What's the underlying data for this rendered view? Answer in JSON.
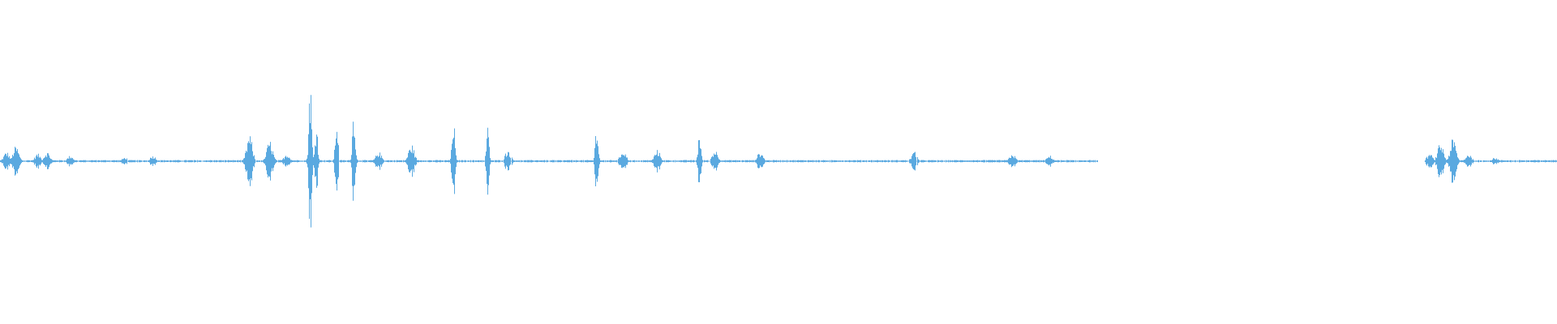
{
  "waveform": {
    "color": "#5aa9e0",
    "background": "#ffffff",
    "duration_fraction_silent_gap": [
      0.705,
      0.915
    ],
    "peaks": [
      {
        "t": 0.004,
        "amp": 0.05
      },
      {
        "t": 0.01,
        "amp": 0.08
      },
      {
        "t": 0.024,
        "amp": 0.04
      },
      {
        "t": 0.03,
        "amp": 0.05
      },
      {
        "t": 0.045,
        "amp": 0.03
      },
      {
        "t": 0.08,
        "amp": 0.02
      },
      {
        "t": 0.098,
        "amp": 0.03
      },
      {
        "t": 0.16,
        "amp": 0.14
      },
      {
        "t": 0.173,
        "amp": 0.11
      },
      {
        "t": 0.184,
        "amp": 0.04
      },
      {
        "t": 0.199,
        "amp": 0.44
      },
      {
        "t": 0.203,
        "amp": 0.2
      },
      {
        "t": 0.216,
        "amp": 0.24
      },
      {
        "t": 0.227,
        "amp": 0.3
      },
      {
        "t": 0.243,
        "amp": 0.05
      },
      {
        "t": 0.264,
        "amp": 0.09
      },
      {
        "t": 0.291,
        "amp": 0.24
      },
      {
        "t": 0.313,
        "amp": 0.18
      },
      {
        "t": 0.326,
        "amp": 0.06
      },
      {
        "t": 0.383,
        "amp": 0.22
      },
      {
        "t": 0.4,
        "amp": 0.06
      },
      {
        "t": 0.422,
        "amp": 0.06
      },
      {
        "t": 0.449,
        "amp": 0.16
      },
      {
        "t": 0.459,
        "amp": 0.06
      },
      {
        "t": 0.488,
        "amp": 0.05
      },
      {
        "t": 0.587,
        "amp": 0.05
      },
      {
        "t": 0.65,
        "amp": 0.04
      },
      {
        "t": 0.674,
        "amp": 0.03
      },
      {
        "t": 0.918,
        "amp": 0.04
      },
      {
        "t": 0.925,
        "amp": 0.1
      },
      {
        "t": 0.933,
        "amp": 0.12
      },
      {
        "t": 0.943,
        "amp": 0.04
      },
      {
        "t": 0.96,
        "amp": 0.02
      }
    ]
  }
}
